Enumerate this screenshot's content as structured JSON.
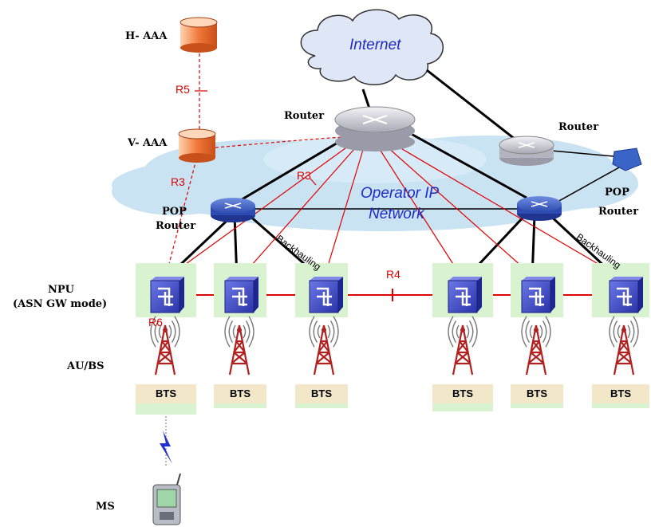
{
  "labels": {
    "internet": "Internet",
    "operator_network": [
      "Operator IP",
      "Network"
    ],
    "router_center": "Router",
    "router_right": "Router",
    "pop_router_left": [
      "POP",
      "Router"
    ],
    "pop_router_right": [
      "POP",
      "Router"
    ],
    "h_aaa": "H- AAA",
    "v_aaa": "V- AAA",
    "npu": [
      "NPU",
      "(ASN GW mode)"
    ],
    "au_bs": "AU/BS",
    "ms": "MS",
    "backhauling_left": "Backhauling",
    "backhauling_right": "Backhauling"
  },
  "interfaces": {
    "r5": "R5",
    "r3_left": "R3",
    "r3_center": "R3",
    "r4": "R4",
    "r6": "R6"
  },
  "bts_label": "BTS",
  "colors": {
    "red_link": "#e00000",
    "black_link": "#000000",
    "cloud_blue": "#c9e3f2",
    "npu_blue": "#3b46c4",
    "bts_panel": "#d9f2d0",
    "tower_red": "#b22020",
    "aaa_orange": "#f07838"
  }
}
